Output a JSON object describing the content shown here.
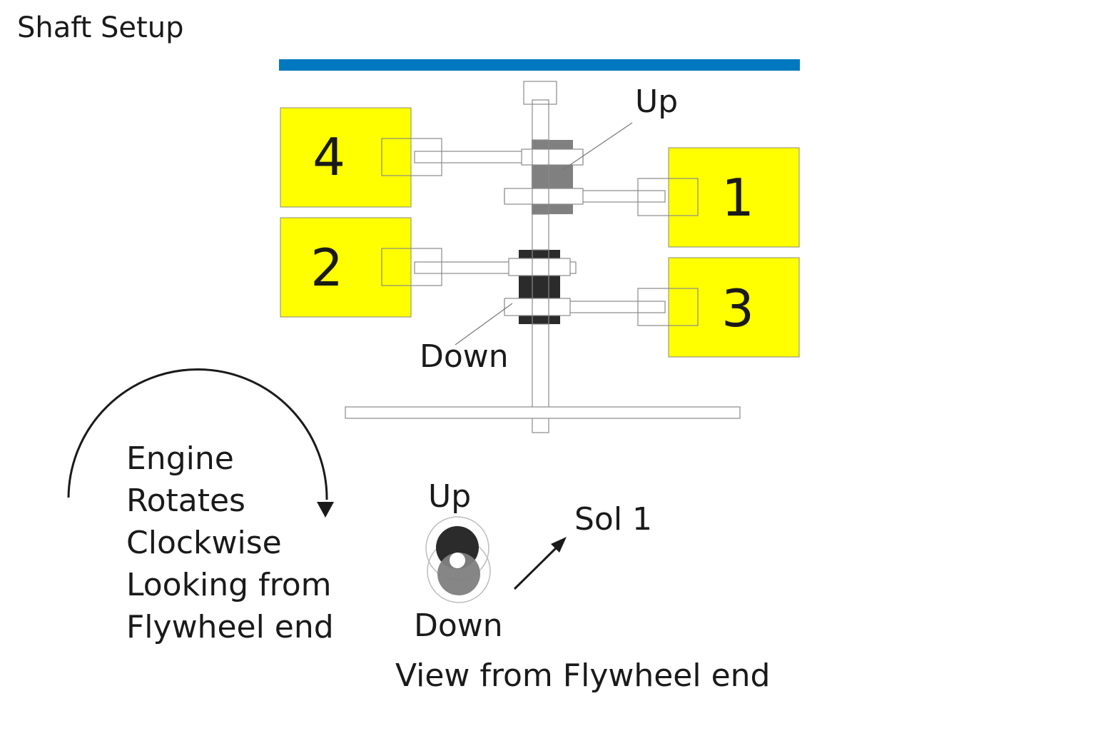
{
  "title": "Shaft Setup",
  "cylinders": [
    {
      "number": "4"
    },
    {
      "number": "1"
    },
    {
      "number": "2"
    },
    {
      "number": "3"
    }
  ],
  "labels": {
    "up_top": "Up",
    "down_mid": "Down",
    "up_bottom": "Up",
    "down_bottom": "Down",
    "sol": "Sol 1",
    "view": "View from Flywheel end"
  },
  "rotation_note": [
    "Engine",
    "Rotates",
    "Clockwise",
    "Looking from",
    "Flywheel end"
  ],
  "colors": {
    "cylinder": "#ffff00",
    "bar": "#0078c0",
    "up_cam": "#808080",
    "down_cam": "#2b2b2b"
  }
}
